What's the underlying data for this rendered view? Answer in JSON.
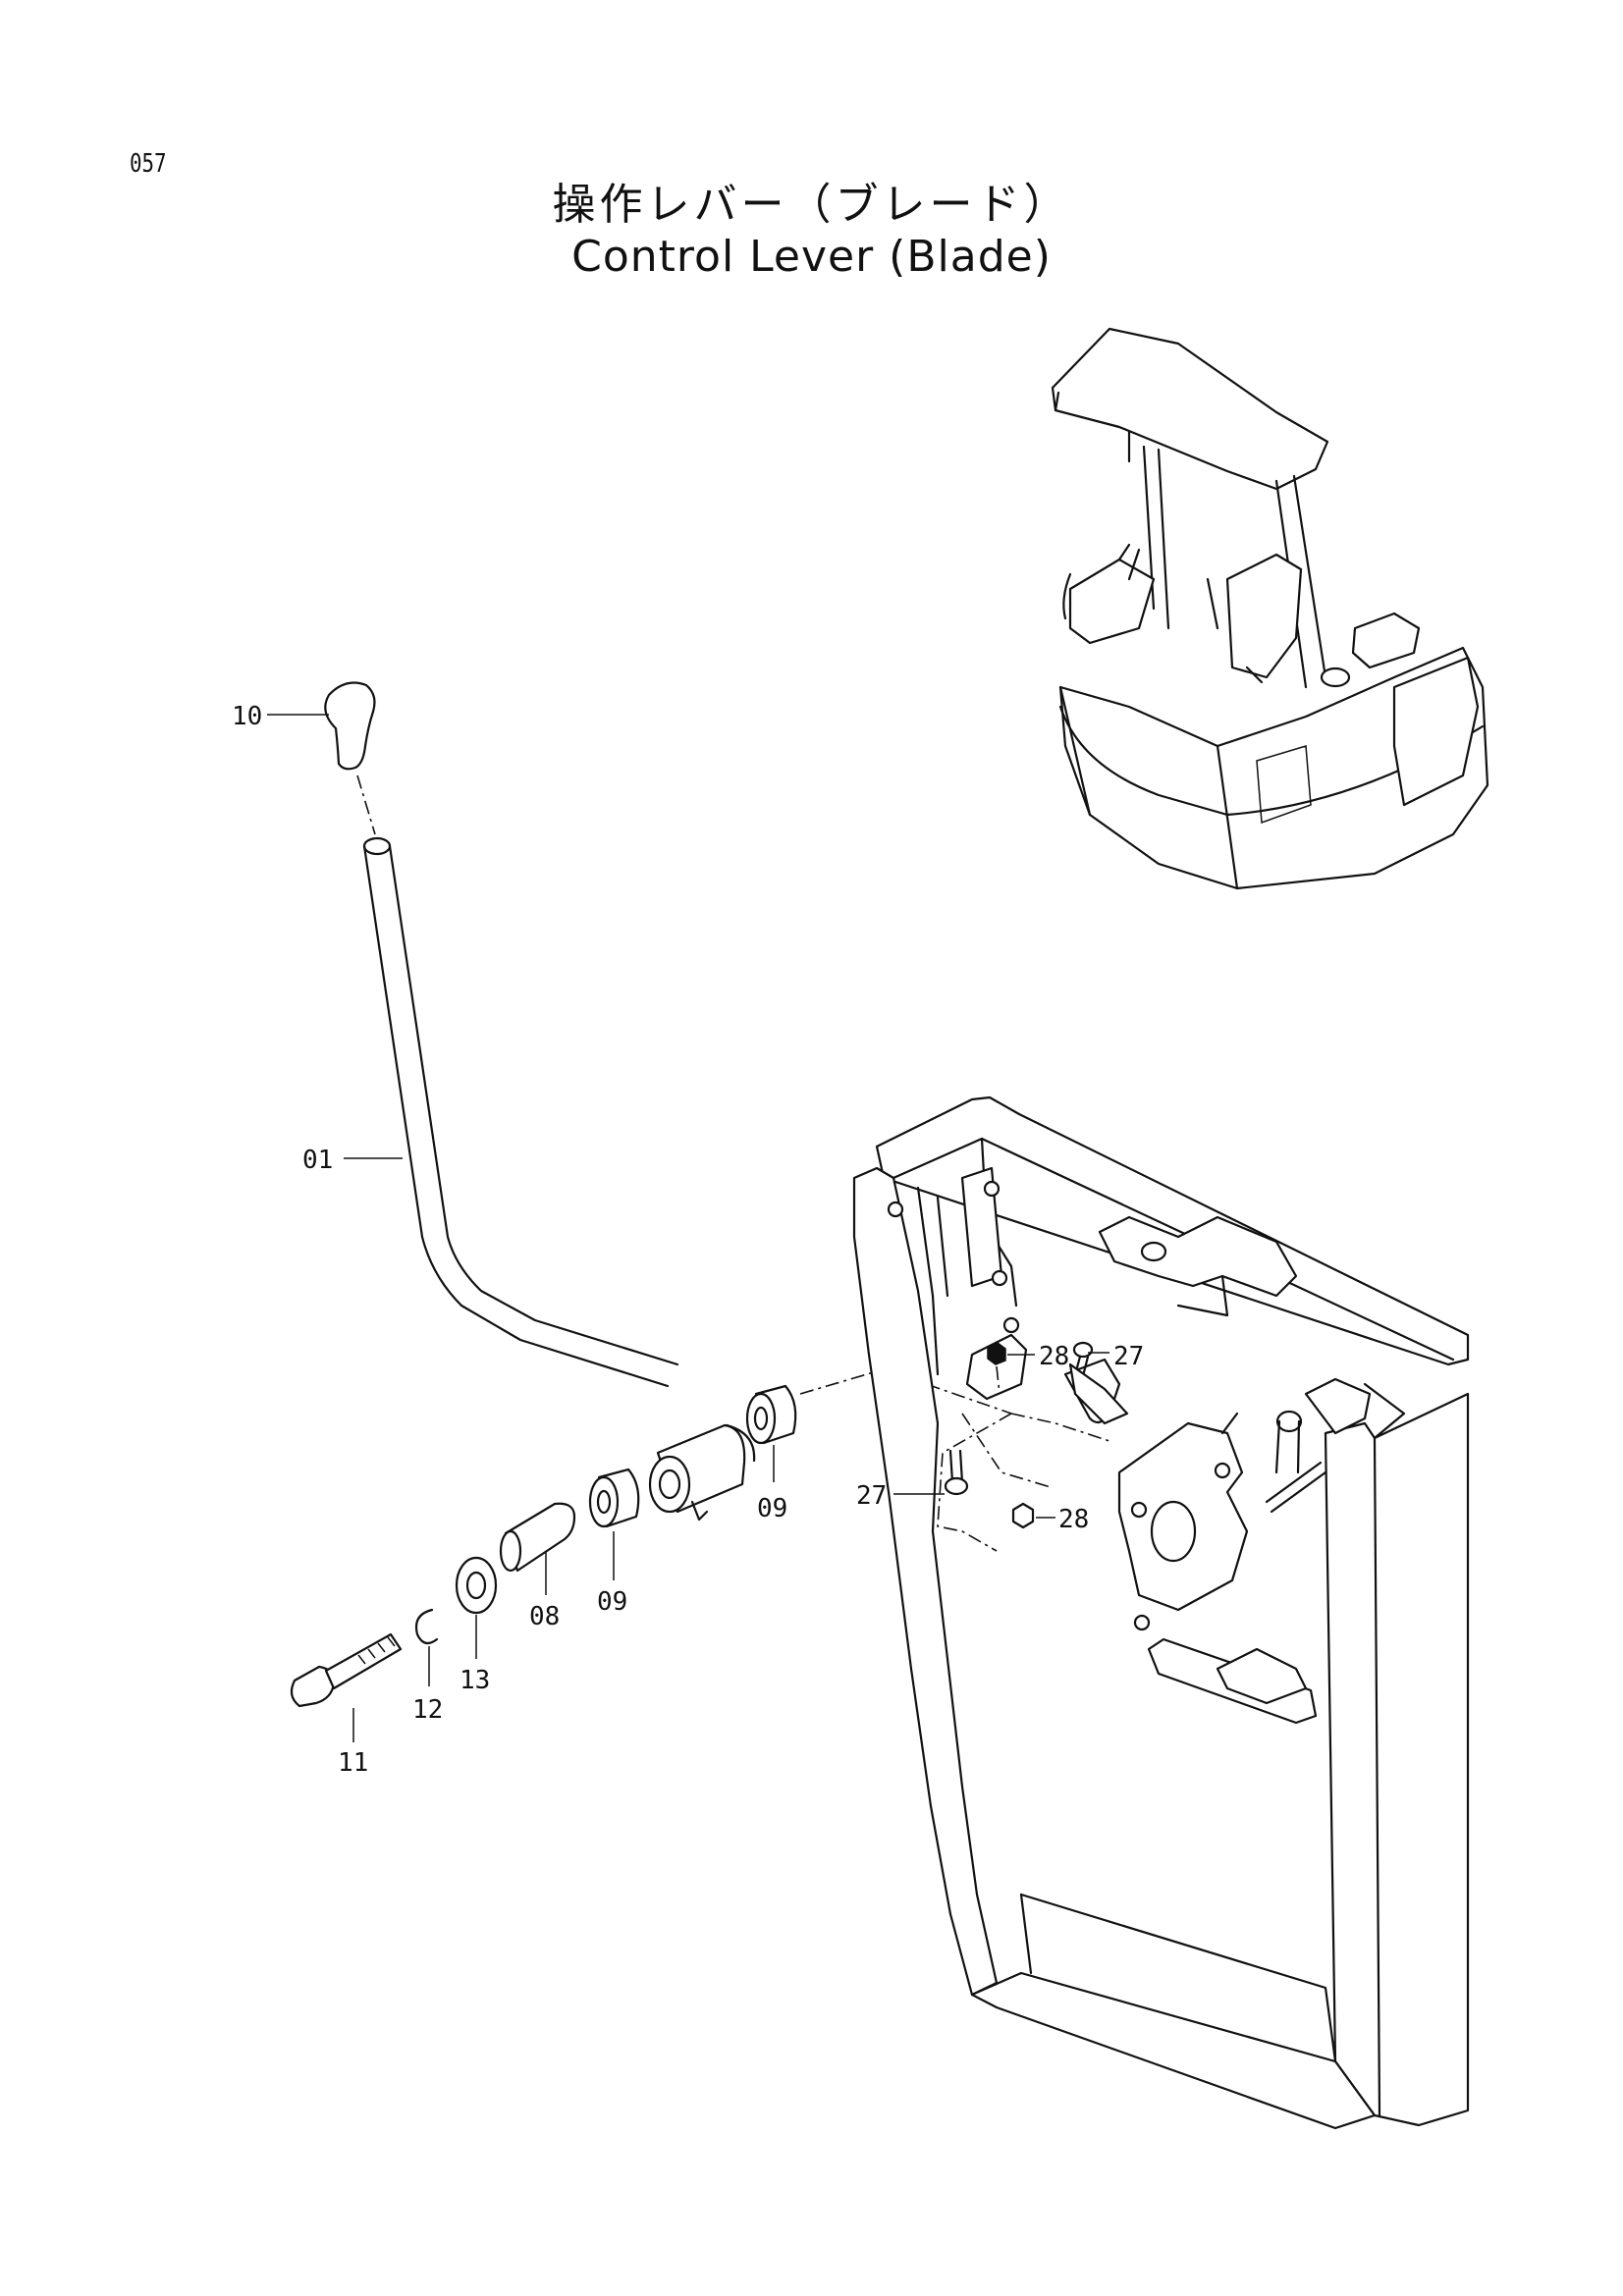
{
  "page_number": "057",
  "title_jp": "操作レバー（ブレード）",
  "title_en": "Control Lever (Blade)",
  "callouts": {
    "c01": "01",
    "c08": "08",
    "c09a": "09",
    "c09b": "09",
    "c10": "10",
    "c11": "11",
    "c12": "12",
    "c13": "13",
    "c27a": "27",
    "c27b": "27",
    "c28a": "28",
    "c28b": "28"
  }
}
